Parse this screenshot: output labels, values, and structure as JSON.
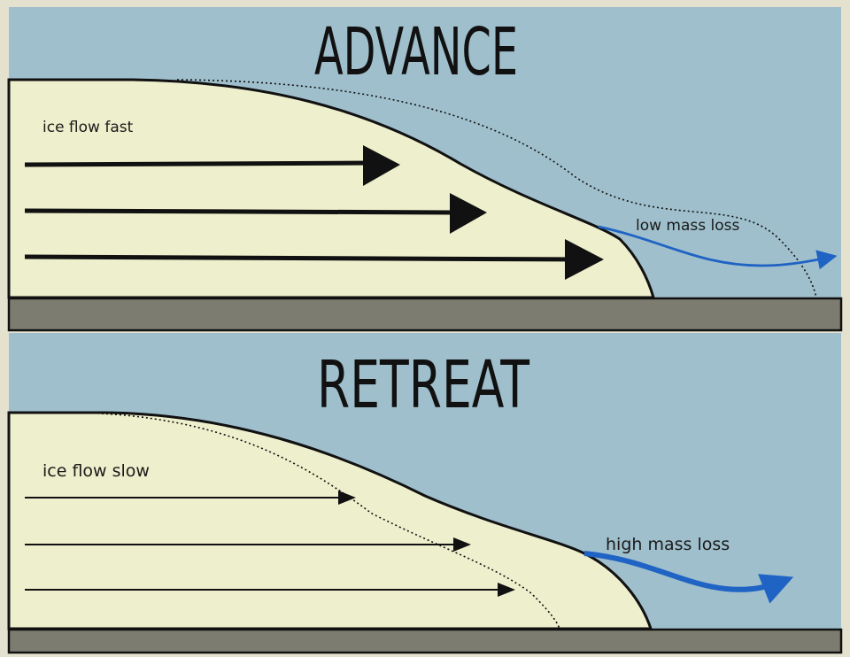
{
  "panels": [
    {
      "title": "ADVANCE",
      "flow_label": "ice flow fast",
      "mass_loss_label": "low mass loss"
    },
    {
      "title": "RETREAT",
      "flow_label": "ice flow slow",
      "mass_loss_label": "high mass loss"
    }
  ],
  "colors": {
    "water": "#9fbfcc",
    "ice": "#eeefcc",
    "bedrock": "#7c7c70",
    "outline": "#111111",
    "mass_loss_arrow": "#1f63c4",
    "frame": "#e4e2cf"
  }
}
